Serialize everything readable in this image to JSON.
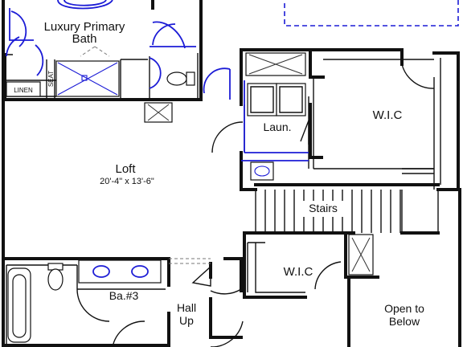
{
  "rooms": {
    "luxury_primary_bath": {
      "line1": "Luxury Primary",
      "line2": "Bath"
    },
    "linen": "LINEN",
    "seat": "SEAT",
    "laundry": "Laun.",
    "wic_upper": "W.I.C",
    "loft": {
      "name": "Loft",
      "dimensions": "20'-4\" x 13'-6\""
    },
    "stairs": "Stairs",
    "wic_lower": "W.I.C",
    "bath3": "Ba.#3",
    "hall_up": {
      "line1": "Hall",
      "line2": "Up"
    },
    "open_to_below": {
      "line1": "Open to",
      "line2": "Below"
    }
  },
  "colors": {
    "wall": "#111111",
    "fixture": "#1c1cd6",
    "background": "#ffffff"
  }
}
